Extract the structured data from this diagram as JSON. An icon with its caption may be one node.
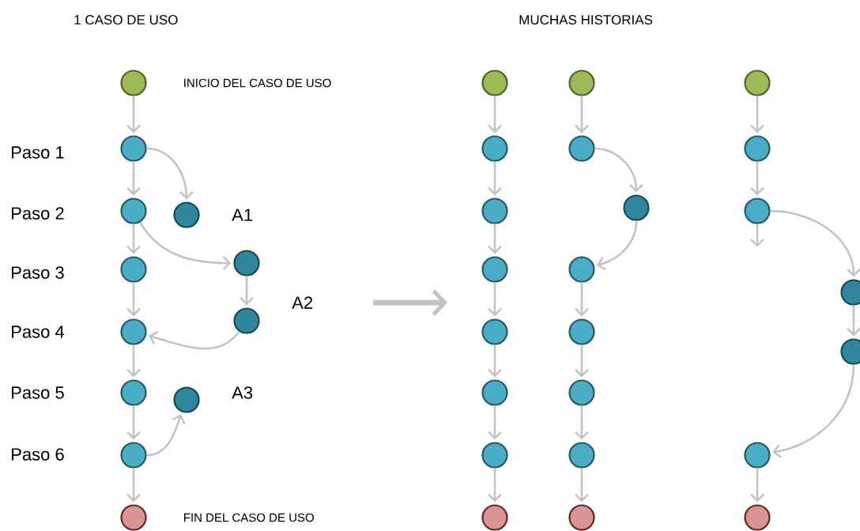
{
  "diagram": {
    "nodes": [
      {
        "text": [],
        "shape": "circle",
        "beside": [
          "INICIO DEL CASO DE USO"
        ]
      },
      {
        "text": [],
        "shape": "circle"
      },
      {
        "text": [],
        "shape": "circle"
      },
      {
        "text": [],
        "shape": "circle"
      },
      {
        "text": [],
        "shape": "circle"
      },
      {
        "text": [],
        "shape": "circle"
      },
      {
        "text": [],
        "shape": "circle"
      },
      {
        "text": [],
        "shape": "circle"
      },
      {
        "text": [],
        "shape": "circle"
      },
      {
        "text": [],
        "shape": "circle"
      },
      {
        "text": [],
        "shape": "circle"
      },
      {
        "text": [],
        "shape": "circle",
        "beside": [
          "FIN DEL CASO DE USO"
        ]
      },
      {
        "text": [],
        "shape": "circle"
      },
      {
        "text": [],
        "shape": "circle"
      },
      {
        "text": [],
        "shape": "circle"
      },
      {
        "text": [],
        "shape": "circle"
      },
      {
        "text": [],
        "shape": "circle"
      },
      {
        "text": [],
        "shape": "circle"
      },
      {
        "text": [],
        "shape": "circle"
      },
      {
        "text": [],
        "shape": "circle"
      },
      {
        "text": [],
        "shape": "circle"
      },
      {
        "text": [],
        "shape": "circle"
      },
      {
        "text": [],
        "shape": "circle"
      },
      {
        "text": [],
        "shape": "circle"
      },
      {
        "text": [],
        "shape": "circle"
      },
      {
        "text": [],
        "shape": "circle"
      },
      {
        "text": [],
        "shape": "circle"
      },
      {
        "text": [],
        "shape": "circle"
      },
      {
        "text": [],
        "shape": "circle"
      },
      {
        "text": [],
        "shape": "circle"
      },
      {
        "text": [],
        "shape": "circle"
      },
      {
        "text": [],
        "shape": "circle"
      },
      {
        "text": [],
        "shape": "circle"
      },
      {
        "text": [],
        "shape": "circle"
      },
      {
        "text": [],
        "shape": "circle"
      }
    ],
    "edges": [
      {
        "from": 0,
        "to": 1,
        "arrow": "to"
      },
      {
        "from": 1,
        "to": 2,
        "arrow": "to"
      },
      {
        "from": 2,
        "to": 3,
        "arrow": "to"
      },
      {
        "from": 3,
        "to": 4,
        "arrow": "to"
      },
      {
        "from": 4,
        "to": 5,
        "arrow": "to"
      },
      {
        "from": 5,
        "to": 6,
        "arrow": "to"
      },
      {
        "from": 6,
        "to": 11,
        "arrow": "to"
      },
      {
        "from": 1,
        "to": 7,
        "arrow": "to"
      },
      {
        "from": 2,
        "to": 8,
        "arrow": "to"
      },
      {
        "from": 8,
        "to": 9,
        "arrow": "to"
      },
      {
        "from": 9,
        "to": 4,
        "arrow": "to"
      },
      {
        "from": 6,
        "to": 10,
        "arrow": "to"
      },
      {
        "from": 12,
        "to": 13,
        "arrow": "to"
      },
      {
        "from": 13,
        "to": 14,
        "arrow": "to"
      },
      {
        "from": 14,
        "to": 15,
        "arrow": "to"
      },
      {
        "from": 15,
        "to": 16,
        "arrow": "to"
      },
      {
        "from": 16,
        "to": 17,
        "arrow": "to"
      },
      {
        "from": 17,
        "to": 18,
        "arrow": "to"
      },
      {
        "from": 18,
        "to": 19,
        "arrow": "to"
      },
      {
        "from": 20,
        "to": 21,
        "arrow": "to"
      },
      {
        "from": 21,
        "to": 22,
        "arrow": "to"
      },
      {
        "from": 22,
        "to": 23,
        "arrow": "to"
      },
      {
        "from": 23,
        "to": 24,
        "arrow": "to"
      },
      {
        "from": 24,
        "to": 25,
        "arrow": "to"
      },
      {
        "from": 25,
        "to": 26,
        "arrow": "to"
      },
      {
        "from": 26,
        "to": 27,
        "arrow": "to"
      },
      {
        "from": 28,
        "to": 29,
        "arrow": "to"
      },
      {
        "from": 29,
        "to": 30,
        "arrow": "to"
      },
      {
        "from": 30,
        "to": null,
        "arrow": "to"
      },
      {
        "from": 30,
        "to": 31,
        "arrow": "to"
      },
      {
        "from": 31,
        "to": 32,
        "arrow": "to"
      },
      {
        "from": 32,
        "to": 33,
        "arrow": "to"
      },
      {
        "from": 33,
        "to": 34,
        "arrow": "to"
      }
    ],
    "labels": [
      "1 CASO DE USO",
      "MUCHAS HISTORIAS",
      "Paso 1",
      "Paso 2",
      "A1",
      "Paso 3",
      "A2",
      "Paso 4",
      "Paso 5",
      "A3",
      "Paso 6"
    ]
  }
}
